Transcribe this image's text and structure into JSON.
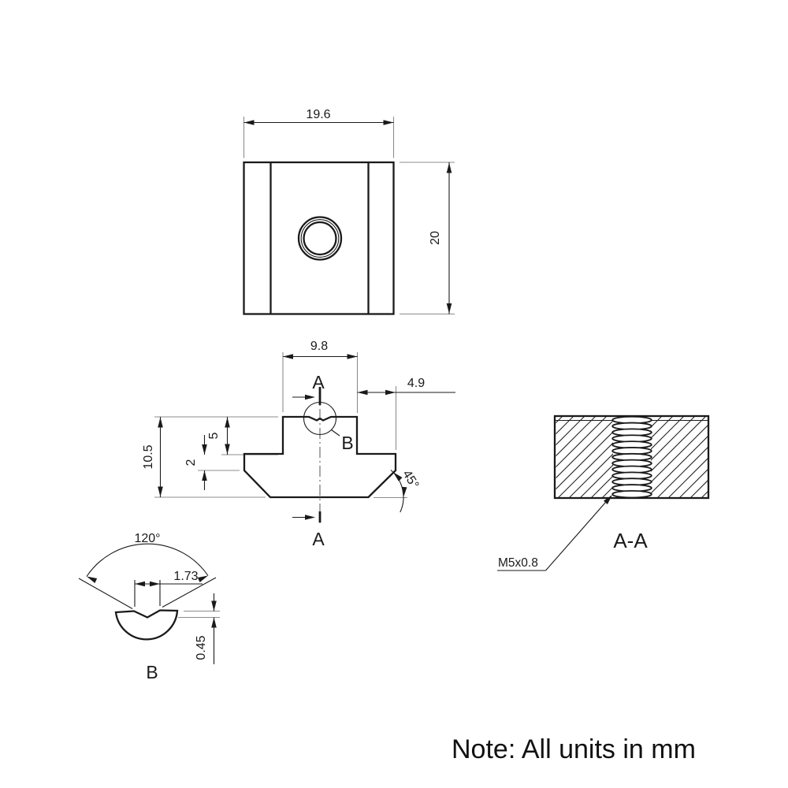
{
  "note": "Note: All units in mm",
  "colors": {
    "line": "#1a1a1a",
    "extension_line": "#8c8c8c",
    "background": "#ffffff"
  },
  "top_view": {
    "width_dim": "19.6",
    "height_dim": "20"
  },
  "front_view": {
    "slot_width_dim": "9.8",
    "side_offset_dim": "4.9",
    "height_dim": "10.5",
    "neck_height_dim": "5",
    "flange_height_dim": "2",
    "chamfer_angle_dim": "45°",
    "section_mark_top": "A",
    "section_mark_bottom": "A",
    "detail_mark": "B"
  },
  "detail_b": {
    "angle_dim": "120°",
    "width_dim": "1.73",
    "depth_dim": "0.45",
    "title": "B"
  },
  "section_aa": {
    "title": "A-A",
    "thread_callout": "M5x0.8"
  }
}
